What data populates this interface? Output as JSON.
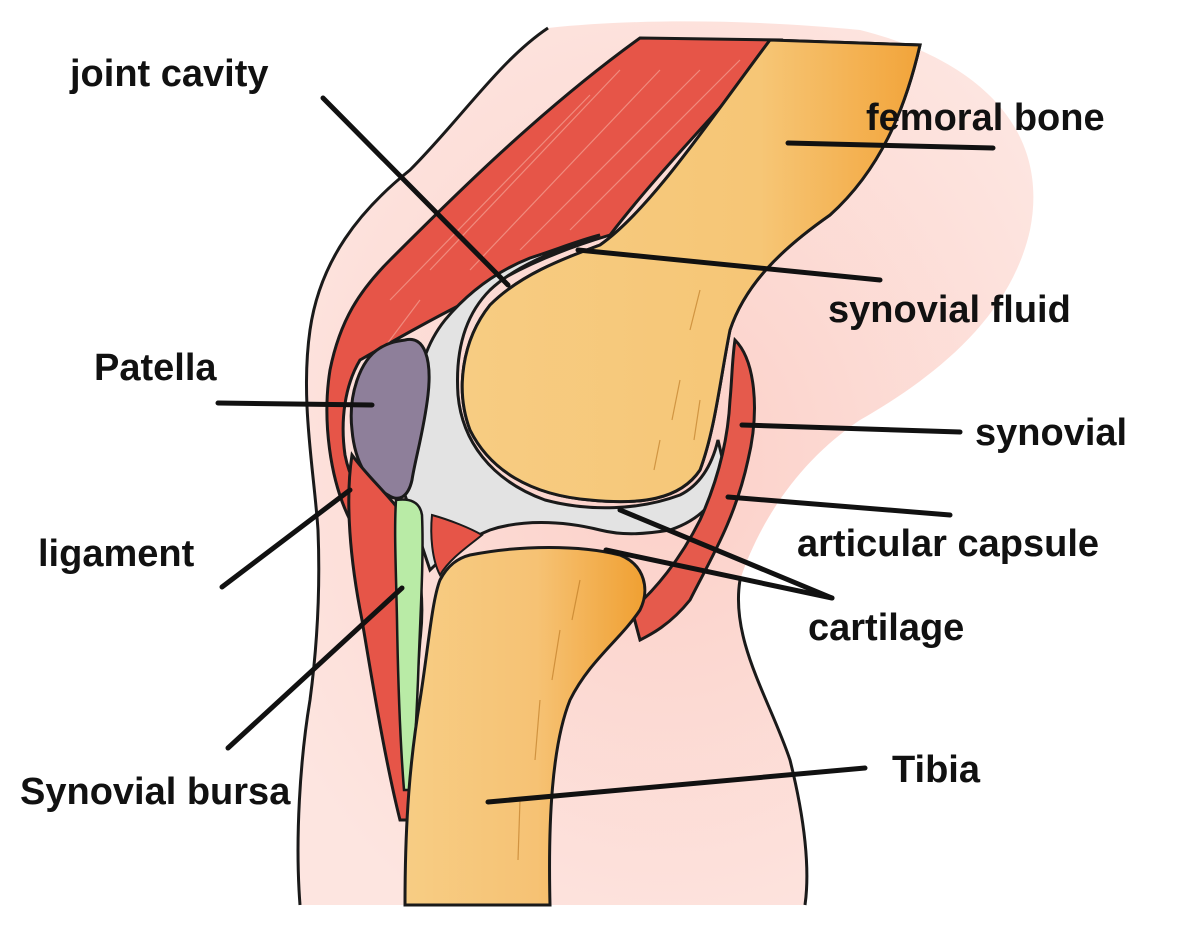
{
  "labels": {
    "joint_cavity": "joint cavity",
    "femoral_bone": "femoral bone",
    "synovial_fluid": "synovial fluid",
    "patella": "Patella",
    "synovial": "synovial",
    "articular_capsule": "articular capsule",
    "ligament": "ligament",
    "cartilage": "cartilage",
    "synovial_bursa": "Synovial bursa",
    "tibia": "Tibia"
  },
  "colors": {
    "skin": "#fcd3cc",
    "muscle": "#e8574a",
    "bone": "#f7c97a",
    "bone_shade": "#f3a93a",
    "cavity": "#e4e4e4",
    "patella": "#8e7f9a",
    "bursa": "#b9eba6",
    "outline": "#1a1a1a"
  }
}
